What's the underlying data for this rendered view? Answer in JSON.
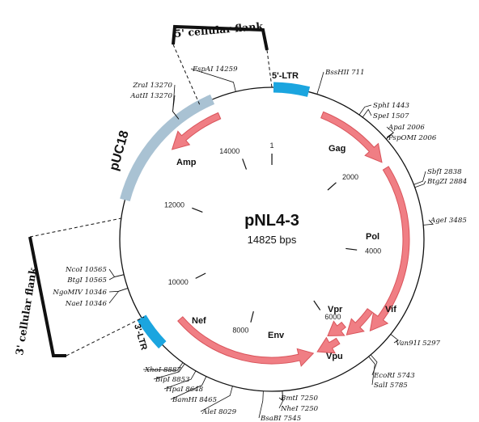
{
  "plasmid": {
    "name": "pNL4-3",
    "size": "14825 bps",
    "length_bp": 14825
  },
  "flanks": {
    "flank5": "5' cellular flank",
    "flank3": "3' cellular flank"
  },
  "features": {
    "ltr5": "5'-LTR",
    "ltr3": "3'-LTR",
    "puc18": "pUC18"
  },
  "genes": {
    "gag": "Gag",
    "pol": "Pol",
    "vif": "Vif",
    "vpr": "Vpr",
    "vpu": "Vpu",
    "env": "Env",
    "nef": "Nef",
    "amp": "Amp"
  },
  "colors": {
    "gene_fill": "#f07e84",
    "ltr": "#1ba5df",
    "puc18": "#a9c2d3"
  },
  "inner_ticks": [
    "1",
    "2000",
    "4000",
    "6000",
    "8000",
    "10000",
    "12000",
    "14000"
  ],
  "sites": [
    {
      "label": "BssHII 711",
      "bp": 711
    },
    {
      "label": "SphI 1443",
      "bp": 1443
    },
    {
      "label": "SpeI 1507",
      "bp": 1507
    },
    {
      "label": "ApaI 2006",
      "bp": 2006
    },
    {
      "label": "PspOMI 2006",
      "bp": 2006
    },
    {
      "label": "SbfI 2838",
      "bp": 2838
    },
    {
      "label": "BtgZI 2884",
      "bp": 2884
    },
    {
      "label": "AgeI 3485",
      "bp": 3485
    },
    {
      "label": "Van91I 5297",
      "bp": 5297
    },
    {
      "label": "EcoRI 5743",
      "bp": 5743
    },
    {
      "label": "SalI 5785",
      "bp": 5785
    },
    {
      "label": "BmtI 7250",
      "bp": 7250
    },
    {
      "label": "NheI 7250",
      "bp": 7250
    },
    {
      "label": "BsaBI 7545",
      "bp": 7545
    },
    {
      "label": "AleI 8029",
      "bp": 8029
    },
    {
      "label": "BamHI 8465",
      "bp": 8465
    },
    {
      "label": "HpaI 8648",
      "bp": 8648
    },
    {
      "label": "BlpI 8853",
      "bp": 8853
    },
    {
      "label": "XhoI 8887",
      "bp": 8887
    },
    {
      "label": "NaeI 10346",
      "bp": 10346
    },
    {
      "label": "NgoMIV 10346",
      "bp": 10346
    },
    {
      "label": "BtgI 10565",
      "bp": 10565
    },
    {
      "label": "NcoI 10565",
      "bp": 10565
    },
    {
      "label": "AatII 13270",
      "bp": 13270
    },
    {
      "label": "ZraI 13270",
      "bp": 13270
    },
    {
      "label": "FspAI 14259",
      "bp": 14259
    }
  ]
}
